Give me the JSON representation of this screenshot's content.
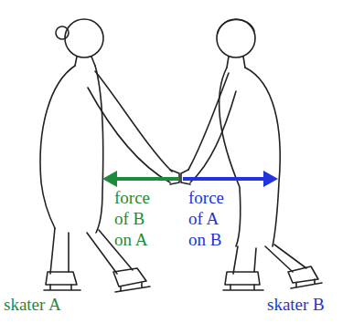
{
  "diagram": {
    "labels": [
      "force of B on A",
      "force of A on B",
      "skater A",
      "skater B"
    ]
  }
}
